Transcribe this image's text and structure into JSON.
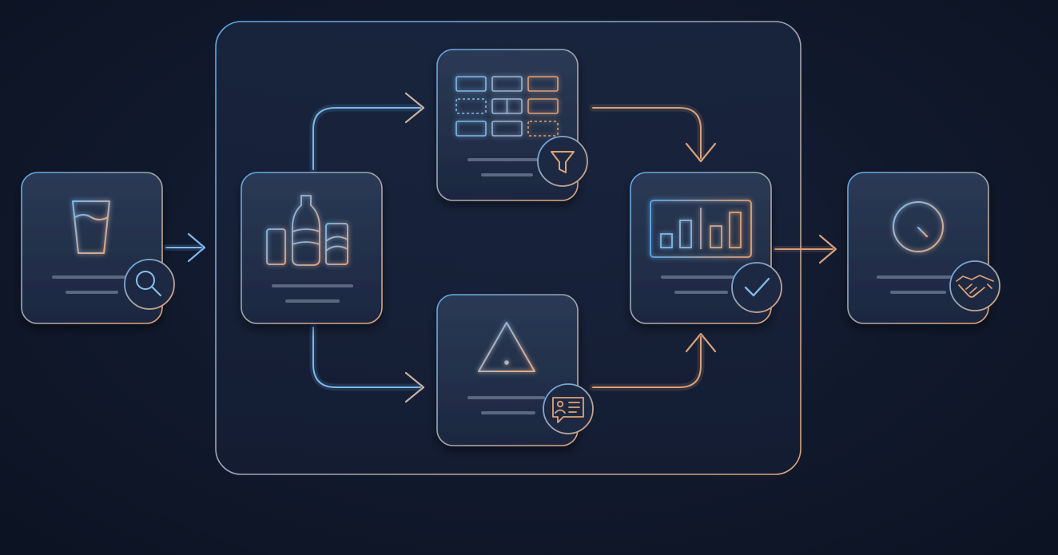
{
  "diagram": {
    "nodes": [
      {
        "id": "intake",
        "icon": "drinking-glass-icon",
        "badge": "magnifier-icon"
      },
      {
        "id": "products",
        "icon": "beverage-bottles-cans-icon",
        "badge": ""
      },
      {
        "id": "grid-filter",
        "icon": "data-grid-icon",
        "badge": "funnel-icon"
      },
      {
        "id": "alert",
        "icon": "warning-triangle-icon",
        "badge": "contact-message-icon"
      },
      {
        "id": "report",
        "icon": "bar-chart-icon",
        "badge": "checkmark-icon"
      },
      {
        "id": "agreement",
        "icon": "clock-icon",
        "badge": "handshake-icon"
      }
    ],
    "edges": [
      {
        "from": "intake",
        "to": "products"
      },
      {
        "from": "products",
        "to": "grid-filter"
      },
      {
        "from": "products",
        "to": "alert"
      },
      {
        "from": "grid-filter",
        "to": "report"
      },
      {
        "from": "alert",
        "to": "report"
      },
      {
        "from": "report",
        "to": "agreement"
      }
    ],
    "colors": {
      "background": "#0e1526",
      "card_fill": "#24314a",
      "blue": "#5fa8e8",
      "orange": "#e0a276",
      "text_line": "#5b6880"
    }
  }
}
